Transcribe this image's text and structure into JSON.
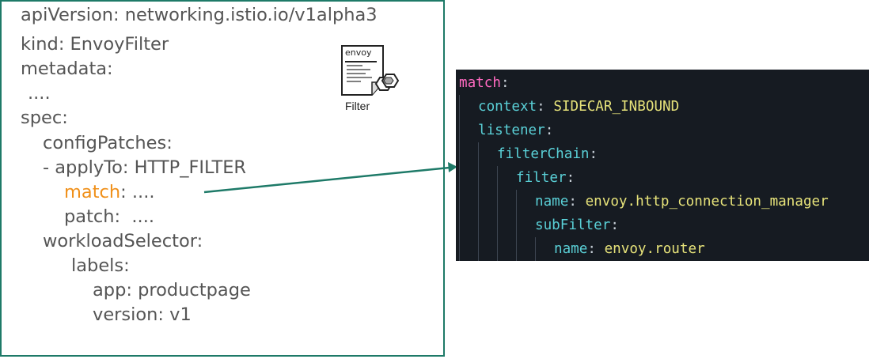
{
  "left_yaml": {
    "lines": [
      "apiVersion: networking.istio.io/v1alpha3",
      "kind: EnvoyFilter",
      "metadata:",
      "....",
      "spec:",
      "configPatches:",
      "- applyTo: HTTP_FILTER",
      "match",
      ": ....",
      "patch:  ....",
      "workloadSelector:",
      "labels:",
      "app: productpage",
      "version: v1"
    ]
  },
  "icon": {
    "name": "envoy-filter-icon",
    "doc_label": "envoy",
    "caption": "Filter"
  },
  "code": {
    "lines": [
      {
        "key": "match",
        "value": ""
      },
      {
        "key": "context",
        "value": "SIDECAR_INBOUND"
      },
      {
        "key": "listener",
        "value": ""
      },
      {
        "key": "filterChain",
        "value": ""
      },
      {
        "key": "filter",
        "value": ""
      },
      {
        "key": "name",
        "value": "envoy.http_connection_manager"
      },
      {
        "key": "subFilter",
        "value": ""
      },
      {
        "key": "name",
        "value": "envoy.router"
      }
    ]
  },
  "colors": {
    "frame": "#1e7a68",
    "highlight": "#f0901a",
    "code_bg": "#161b22",
    "code_key": "#5ad0d7",
    "code_match_key": "#ff6ac1",
    "code_value": "#e7e37a"
  }
}
